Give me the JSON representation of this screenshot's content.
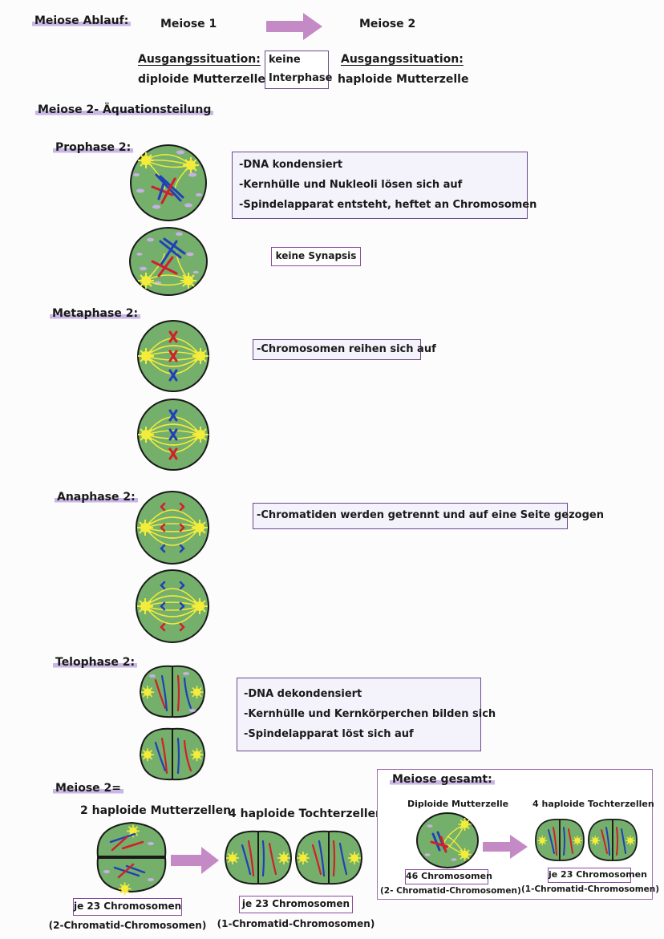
{
  "header": {
    "title": "Meiose Ablauf:",
    "m1": "Meiose 1",
    "m2": "Meiose 2",
    "ausg1_label": "Ausgangssituation:",
    "ausg1_val": "diploide Mutterzelle",
    "keine1": "keine",
    "keine2": "Interphase",
    "ausg2_label": "Ausgangssituation:",
    "ausg2_val": "haploide Mutterzelle"
  },
  "section_title": "Meiose 2- Äquationsteilung",
  "prophase": {
    "label": "Prophase 2:",
    "notes": [
      "-DNA kondensiert",
      "-Kernhülle und Nukleoli lösen sich auf",
      "-Spindelapparat entsteht, heftet an Chromosomen"
    ],
    "note2": "keine Synapsis"
  },
  "metaphase": {
    "label": "Metaphase 2:",
    "note": "-Chromosomen reihen sich auf"
  },
  "anaphase": {
    "label": "Anaphase 2:",
    "note": "-Chromatiden werden getrennt und auf eine Seite gezogen"
  },
  "telophase": {
    "label": "Telophase 2:",
    "notes": [
      "-DNA dekondensiert",
      "-Kernhülle und Kernkörperchen bilden sich",
      "-Spindelapparat löst sich auf"
    ]
  },
  "summary": {
    "label": "Meiose 2=",
    "left_title": "2 haploide Mutterzellen",
    "right_title": "4 haploide Tochterzellen",
    "left_box": "je 23 Chromosomen",
    "left_sub": "(2-Chromatid-Chromosomen)",
    "right_box": "je 23 Chromosomen",
    "right_sub": "(1-Chromatid-Chromosomen)"
  },
  "gesamt": {
    "title": "Meiose gesamt:",
    "left_title": "Diploide Mutterzelle",
    "right_title": "4 haploide Tochterzellen",
    "left_box": "46 Chromosomen",
    "left_sub": "(2- Chromatid-Chromosomen)",
    "right_box": "je 23 Chromosomen",
    "right_sub": "(1-Chromatid-Chromosomen)"
  },
  "colors": {
    "cell": "#74b06b",
    "spindle": "#f2ea3c",
    "chrom_red": "#d0202a",
    "chrom_blue": "#2140b8",
    "arrow": "#c48ac6",
    "frame": "#6a4a8c"
  }
}
